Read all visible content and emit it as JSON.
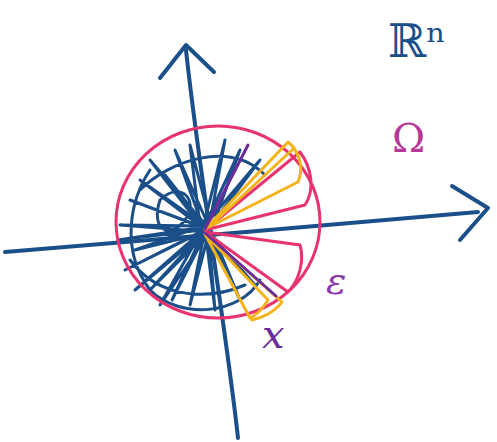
{
  "diagram": {
    "labels": [
      "ℝⁿ",
      "Ω",
      "ε",
      "x"
    ]
  }
}
